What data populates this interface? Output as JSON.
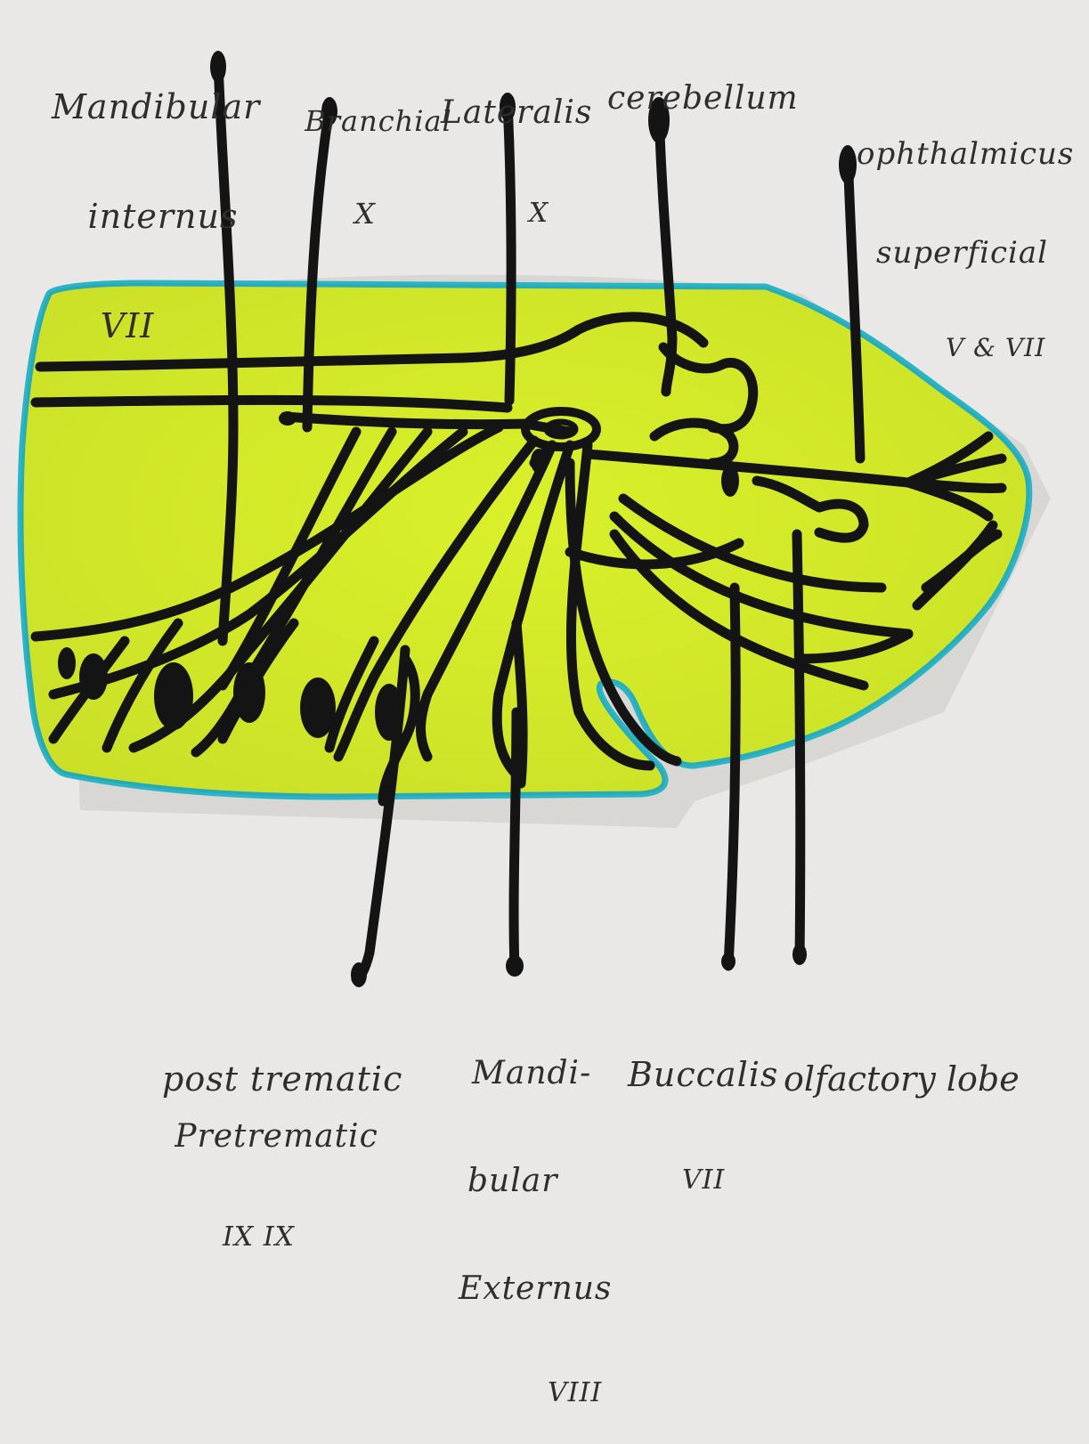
{
  "colors": {
    "paper": "#e9e8e6",
    "head_fill": "#d9f02a",
    "outline": "#2ab4c4",
    "nerve": "#141414"
  },
  "labels": {
    "mandibular_internus": {
      "line1": "Mandibular",
      "line2": "internus",
      "line3": "VII"
    },
    "branchial": {
      "line1": "Branchial",
      "line2": "X"
    },
    "lateralis": {
      "line1": "Lateralis",
      "line2": "X"
    },
    "cerebellum": {
      "line1": "cerebellum"
    },
    "ophthalmicus": {
      "line1": "ophthalmicus",
      "line2": "superficial",
      "line3": "V & VII"
    },
    "post_trematic": {
      "line1": "post trematic"
    },
    "pretrematic": {
      "line1": "Pretrematic",
      "line2": "IX IX"
    },
    "mandibular_externus": {
      "line1": "Mandi-",
      "line2": "bular",
      "line3": "Externus",
      "line4": "VIII"
    },
    "buccalis": {
      "line1": "Buccalis",
      "line2": "VII"
    },
    "olfactory": {
      "line1": "olfactory lobe"
    }
  }
}
